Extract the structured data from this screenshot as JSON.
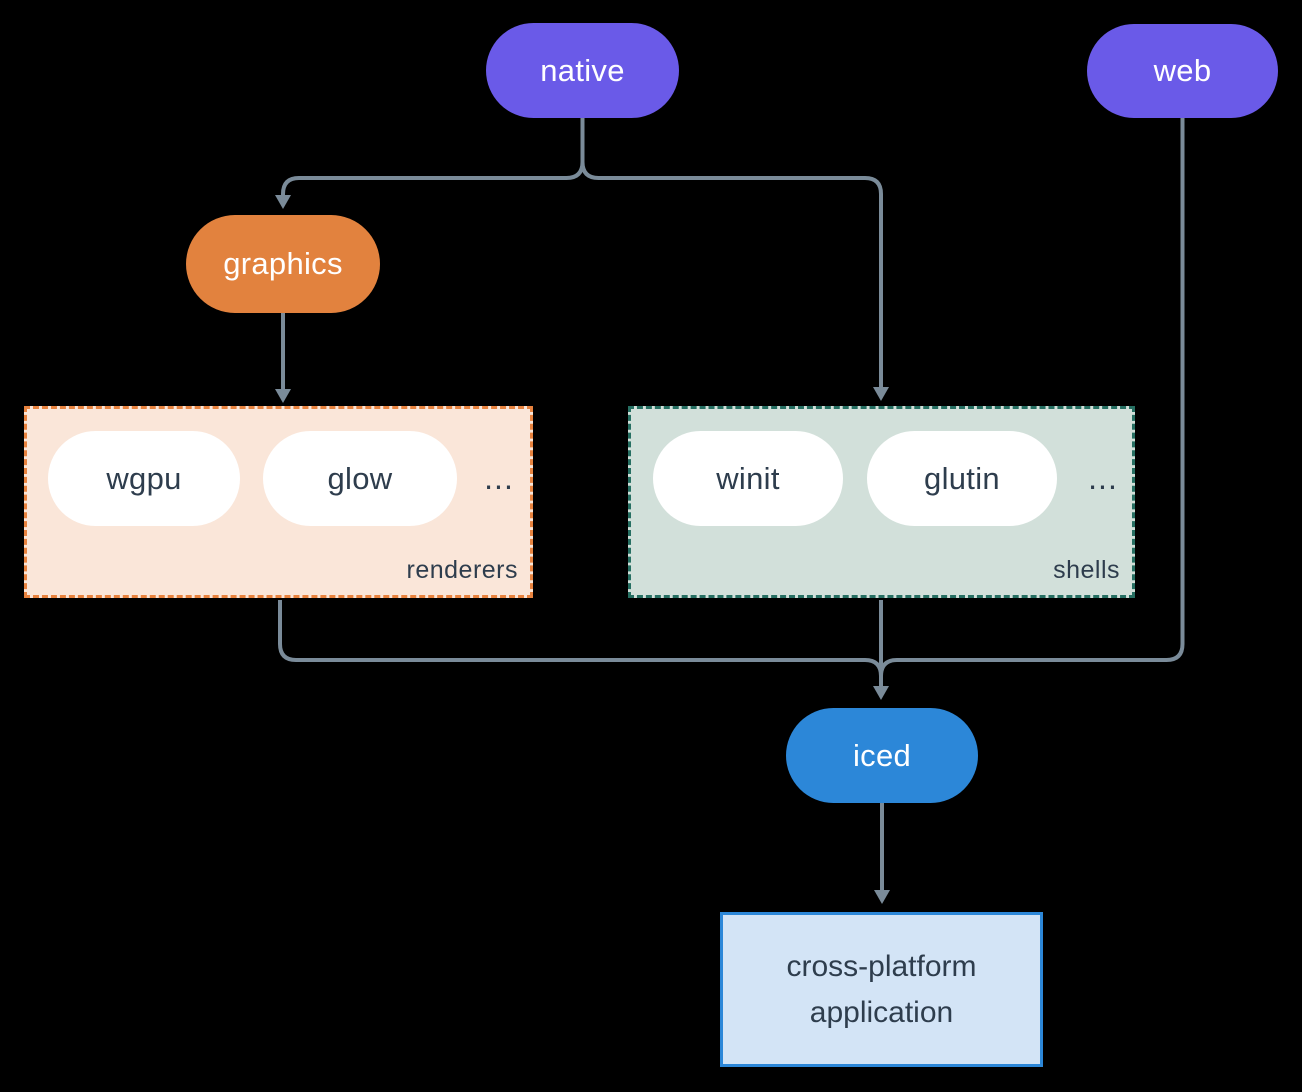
{
  "nodes": {
    "native": "native",
    "web": "web",
    "graphics": "graphics",
    "iced": "iced",
    "application": "cross-platform application"
  },
  "groups": {
    "renderers": {
      "label": "renderers",
      "items": [
        "wgpu",
        "glow"
      ],
      "more": "..."
    },
    "shells": {
      "label": "shells",
      "items": [
        "winit",
        "glutin"
      ],
      "more": "..."
    }
  },
  "colors": {
    "background": "#000000",
    "purple": "#6a5ae8",
    "orange": "#e2823e",
    "blue": "#2c87d8",
    "renderers-fill": "#fae6d9",
    "renderers-border": "#e8833f",
    "shells-fill": "#d2e0da",
    "shells-border": "#266f62",
    "app-fill": "#d3e4f6",
    "app-border": "#2c87d8",
    "pill-fill": "#ffffff",
    "dark-text": "#2e3d4d",
    "light-text": "#ffffff",
    "connector": "#7a8b99"
  }
}
